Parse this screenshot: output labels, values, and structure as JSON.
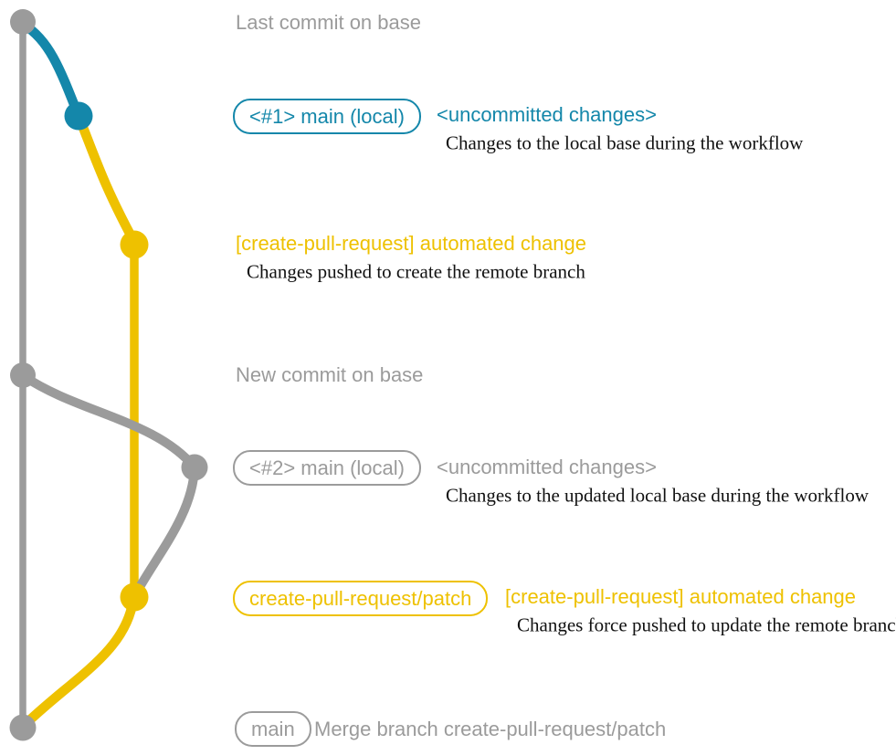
{
  "diagram": {
    "colors": {
      "teal": "#1487aa",
      "yellow": "#eec100",
      "gray": "#9b9b9b",
      "description": "#111111",
      "background": "#ffffff"
    },
    "rows": {
      "r1": {
        "caption": "Last commit on base"
      },
      "r2": {
        "badge": "<#1> main (local)",
        "title": "<uncommitted changes>",
        "description": "Changes to the local base during the workflow"
      },
      "r3": {
        "title": "[create-pull-request] automated change",
        "description": "Changes pushed to create the remote branch"
      },
      "r4": {
        "caption": "New commit on base"
      },
      "r5": {
        "badge": "<#2> main (local)",
        "title": "<uncommitted changes>",
        "description": "Changes to the updated local base during the workflow"
      },
      "r6": {
        "badge": "create-pull-request/patch",
        "title": "[create-pull-request] automated change",
        "description": "Changes force pushed to update the remote branch"
      },
      "r7": {
        "badge": "main",
        "title": "Merge branch create-pull-request/patch"
      }
    },
    "graph": {
      "commits": [
        {
          "name": "last-commit-on-base",
          "branch": "base",
          "color": "gray"
        },
        {
          "name": "uncommitted-changes-1",
          "branch": "main-local",
          "color": "teal"
        },
        {
          "name": "automated-change-1",
          "branch": "create-pull-request/patch",
          "color": "yellow"
        },
        {
          "name": "new-commit-on-base",
          "branch": "base",
          "color": "gray"
        },
        {
          "name": "uncommitted-changes-2",
          "branch": "main-local",
          "color": "gray"
        },
        {
          "name": "automated-change-2",
          "branch": "create-pull-request/patch",
          "color": "yellow"
        },
        {
          "name": "merge-commit",
          "branch": "base",
          "color": "gray"
        }
      ]
    }
  }
}
